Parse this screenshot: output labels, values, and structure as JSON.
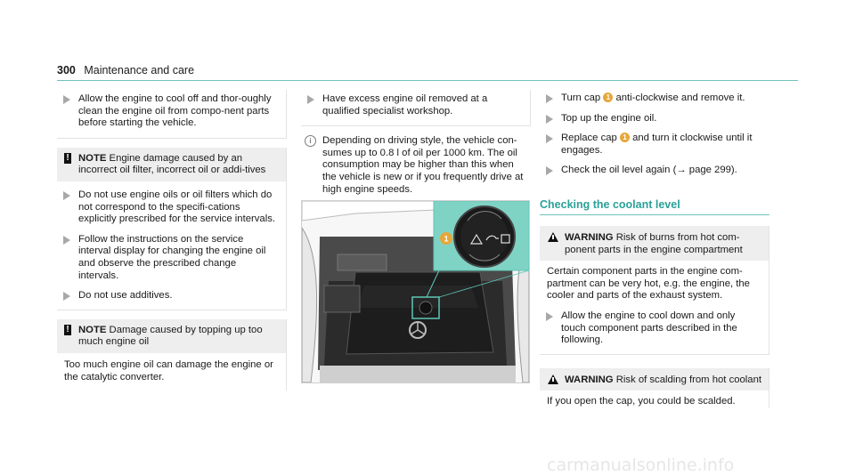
{
  "header": {
    "page_number": "300",
    "section": "Maintenance and care"
  },
  "col1": {
    "step1": "Allow the engine to cool off and thor-oughly clean the engine oil from compo-nent parts before starting the vehicle.",
    "note1": {
      "label": "NOTE",
      "text": "Engine damage caused by an incorrect oil filter, incorrect oil or addi-tives"
    },
    "step2": "Do not use engine oils or oil filters which do not correspond to the specifi-cations explicitly prescribed for the service intervals.",
    "step3": "Follow the instructions on the service interval display for changing the engine oil and observe the prescribed change intervals.",
    "step4": "Do not use additives.",
    "note2": {
      "label": "NOTE",
      "title": "Damage caused by topping up too much engine oil",
      "body": "Too much engine oil can damage the engine or the catalytic converter."
    }
  },
  "col2": {
    "step1": "Have excess engine oil removed at a qualified specialist workshop.",
    "info": "Depending on driving style, the vehicle con-sumes up to 0.8 l of oil per 1000 km. The oil consumption may be higher than this when the vehicle is new or if you frequently drive at high engine speeds.",
    "photo_callout": "1"
  },
  "col3": {
    "step1_a": "Turn cap",
    "step1_num": "1",
    "step1_b": "anti-clockwise and remove it.",
    "step2": "Top up the engine oil.",
    "step3_a": "Replace cap",
    "step3_num": "1",
    "step3_b": "and turn it clockwise until it engages.",
    "step4": "Check the oil level again (→ page 299).",
    "section_title": "Checking the coolant level",
    "warning1": {
      "label": "WARNING",
      "title": "Risk of burns from hot com-ponent parts in the engine compartment",
      "body": "Certain component parts in the engine com-partment can be very hot, e.g. the engine, the cooler and parts of the exhaust system.",
      "step": "Allow the engine to cool down and only touch component parts described in the following."
    },
    "warning2": {
      "label": "WARNING",
      "title": "Risk of scalding from hot coolant",
      "body": "If you open the cap, you could be scalded."
    }
  },
  "watermark": "carmanualsonline.info"
}
